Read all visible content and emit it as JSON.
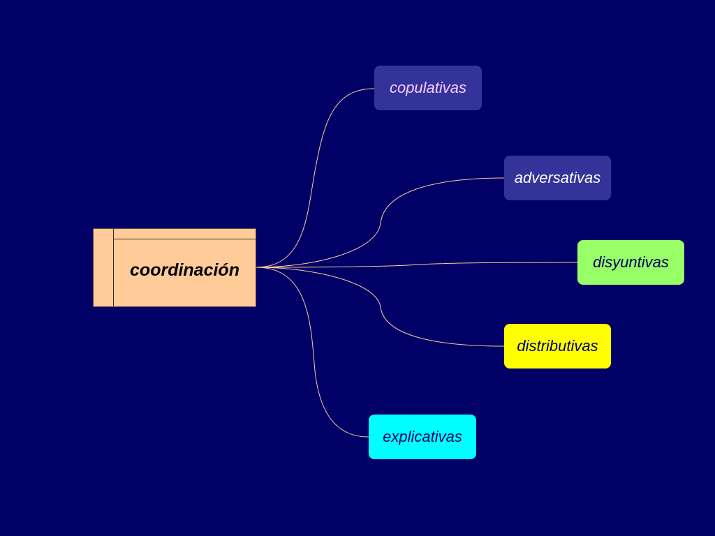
{
  "diagram": {
    "central": {
      "label": "coordinación"
    },
    "branches": [
      {
        "id": "copulativas",
        "label": "copulativas"
      },
      {
        "id": "adversativas",
        "label": "adversativas"
      },
      {
        "id": "disyuntivas",
        "label": "disyuntivas"
      },
      {
        "id": "distributivas",
        "label": "distributivas"
      },
      {
        "id": "explicativas",
        "label": "explicativas"
      }
    ]
  },
  "colors": {
    "background": "#000066",
    "connector": "#ffcc99",
    "central_fill": "#ffcc99",
    "copulativas_fill": "#333399",
    "adversativas_fill": "#333399",
    "disyuntivas_fill": "#99ff66",
    "distributivas_fill": "#ffff00",
    "explicativas_fill": "#00ffff"
  }
}
